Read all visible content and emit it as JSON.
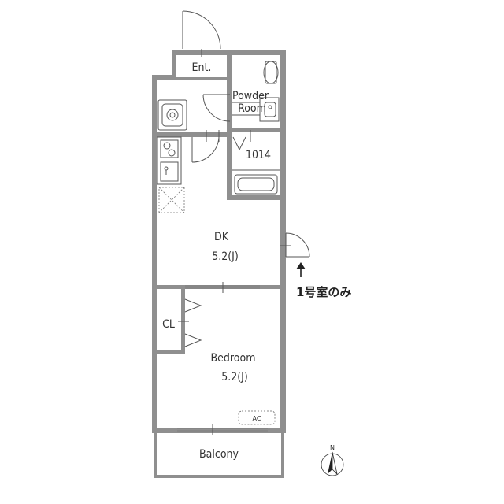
{
  "rooms": {
    "entrance": "Ent.",
    "powder_room_line1": "Powder",
    "powder_room_line2": "Room",
    "bath": "1014",
    "dk_name": "DK",
    "dk_size": "5.2(J)",
    "closet": "CL",
    "bedroom_name": "Bedroom",
    "bedroom_size": "5.2(J)",
    "balcony": "Balcony",
    "ac": "AC"
  },
  "note": "1号室のみ",
  "compass": "N",
  "colors": {
    "wall": "#8f8f8f",
    "line": "#555555",
    "text": "#333333"
  }
}
